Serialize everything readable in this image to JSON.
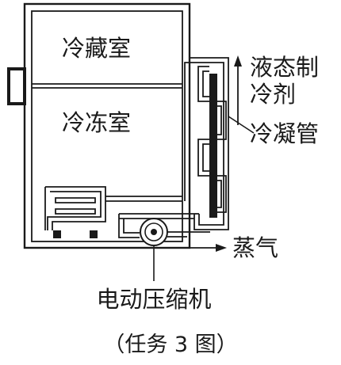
{
  "labels": {
    "refrigerator_compartment": "冷藏室",
    "freezer_compartment": "冷冻室",
    "liquid_refrigerant_line1": "液态制",
    "liquid_refrigerant_line2": "冷剂",
    "condenser": "冷凝管",
    "vapor": "蒸气",
    "compressor": "电动压缩机"
  },
  "caption": "（任务 3 图）"
}
